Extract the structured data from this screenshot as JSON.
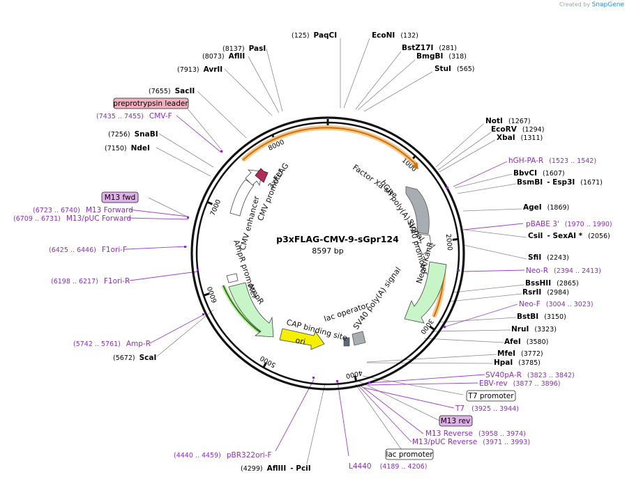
{
  "app": {
    "credit_prefix": "Created by",
    "credit_brand": "SnapGene"
  },
  "map": {
    "name": "p3xFLAG-CMV-9-sGpr124",
    "size": "8597 bp",
    "total_bp": 8597
  },
  "tick_labels": [
    "1000",
    "2000",
    "3000",
    "4000",
    "5000",
    "6000",
    "7000",
    "8000"
  ],
  "colors": {
    "primer": "#8c2ec0",
    "site": "#000000",
    "arc_orange": "#e69020",
    "arc_green": "#2b7a10",
    "grey_feature": "#a0a6ac",
    "green_feature": "#c8f5c8",
    "ori": "#f5f000",
    "flag": "#b02a5a",
    "primer_box_fill": "#e0b0e8",
    "signal_box_fill": "#f0b0c0"
  },
  "features": {
    "factor_xa": "Factor Xa site",
    "hgh_polya": "hGH poly(A) signal",
    "sv40_promoter": "SV40 promoter",
    "neor": "NeoR/KanR",
    "sv40_polya": "SV40 poly(A) signal",
    "lac_operator": "lac operator",
    "cap": "CAP binding site",
    "ori": "ori",
    "ampr": "AmpR",
    "ampr_promoter": "AmpR promoter",
    "cmv_enhancer": "CMV enhancer",
    "cmv_promoter": "CMV promoter",
    "flag": "3xFLAG"
  },
  "sites": [
    {
      "name": "PaqCI",
      "pos": "(125)"
    },
    {
      "name": "EcoNI",
      "pos": "(132)"
    },
    {
      "name": "BstZ17I",
      "pos": "(281)"
    },
    {
      "name": "BmgBI",
      "pos": "(318)"
    },
    {
      "name": "StuI",
      "pos": "(565)"
    },
    {
      "name": "NotI",
      "pos": "(1267)"
    },
    {
      "name": "EcoRV",
      "pos": "(1294)"
    },
    {
      "name": "XbaI",
      "pos": "(1311)"
    },
    {
      "name": "BbvCI",
      "pos": "(1607)"
    },
    {
      "name": "BsmBI",
      "name2": "Esp3I",
      "pos": "(1671)"
    },
    {
      "name": "AgeI",
      "pos": "(1869)"
    },
    {
      "name": "CsiI",
      "name2": "SexAI *",
      "pos": "(2056)"
    },
    {
      "name": "SfiI",
      "pos": "(2243)"
    },
    {
      "name": "BssHII",
      "pos": "(2865)"
    },
    {
      "name": "RsrII",
      "pos": "(2984)"
    },
    {
      "name": "BstBI",
      "pos": "(3150)"
    },
    {
      "name": "NruI",
      "pos": "(3323)"
    },
    {
      "name": "AfeI",
      "pos": "(3580)"
    },
    {
      "name": "MfeI",
      "pos": "(3772)"
    },
    {
      "name": "HpaI",
      "pos": "(3785)"
    },
    {
      "name": "AflIII",
      "name2": "PciI",
      "pos": "(4299)"
    },
    {
      "name": "ScaI",
      "pos": "(5672)"
    },
    {
      "name": "NdeI",
      "pos": "(7150)"
    },
    {
      "name": "SnaBI",
      "pos": "(7256)"
    },
    {
      "name": "SacII",
      "pos": "(7655)"
    },
    {
      "name": "AvrII",
      "pos": "(7913)"
    },
    {
      "name": "AflII",
      "pos": "(8073)"
    },
    {
      "name": "PasI",
      "pos": "(8137)"
    }
  ],
  "primers": [
    {
      "name": "hGH-PA-R",
      "pos": "(1523 .. 1542)"
    },
    {
      "name": "pBABE 3'",
      "pos": "(1970 .. 1990)"
    },
    {
      "name": "Neo-R",
      "pos": "(2394 .. 2413)"
    },
    {
      "name": "Neo-F",
      "pos": "(3004 .. 3023)"
    },
    {
      "name": "SV40pA-R",
      "pos": "(3823 .. 3842)"
    },
    {
      "name": "EBV-rev",
      "pos": "(3877 .. 3896)"
    },
    {
      "name": "T7",
      "pos": "(3925 .. 3944)"
    },
    {
      "name": "M13 Reverse",
      "pos": "(3958 .. 3974)"
    },
    {
      "name": "M13/pUC Reverse",
      "pos": "(3971 .. 3993)"
    },
    {
      "name": "L4440",
      "pos": "(4189 .. 4206)"
    },
    {
      "name": "pBR322ori-F",
      "pos": "(4440 .. 4459)"
    },
    {
      "name": "Amp-R",
      "pos": "(5742 .. 5761)"
    },
    {
      "name": "F1ori-R",
      "pos": "(6198 .. 6217)"
    },
    {
      "name": "F1ori-F",
      "pos": "(6425 .. 6446)"
    },
    {
      "name": "M13/pUC Forward",
      "pos": "(6709 .. 6731)"
    },
    {
      "name": "M13 Forward",
      "pos": "(6723 .. 6740)"
    },
    {
      "name": "CMV-F",
      "pos": "(7435 .. 7455)"
    }
  ],
  "boxed": {
    "preprotrypsin": "preprotrypsin leader",
    "m13_fwd": "M13 fwd",
    "t7_promoter": "T7 promoter",
    "m13_rev": "M13 rev",
    "lac_promoter": "lac promoter"
  }
}
